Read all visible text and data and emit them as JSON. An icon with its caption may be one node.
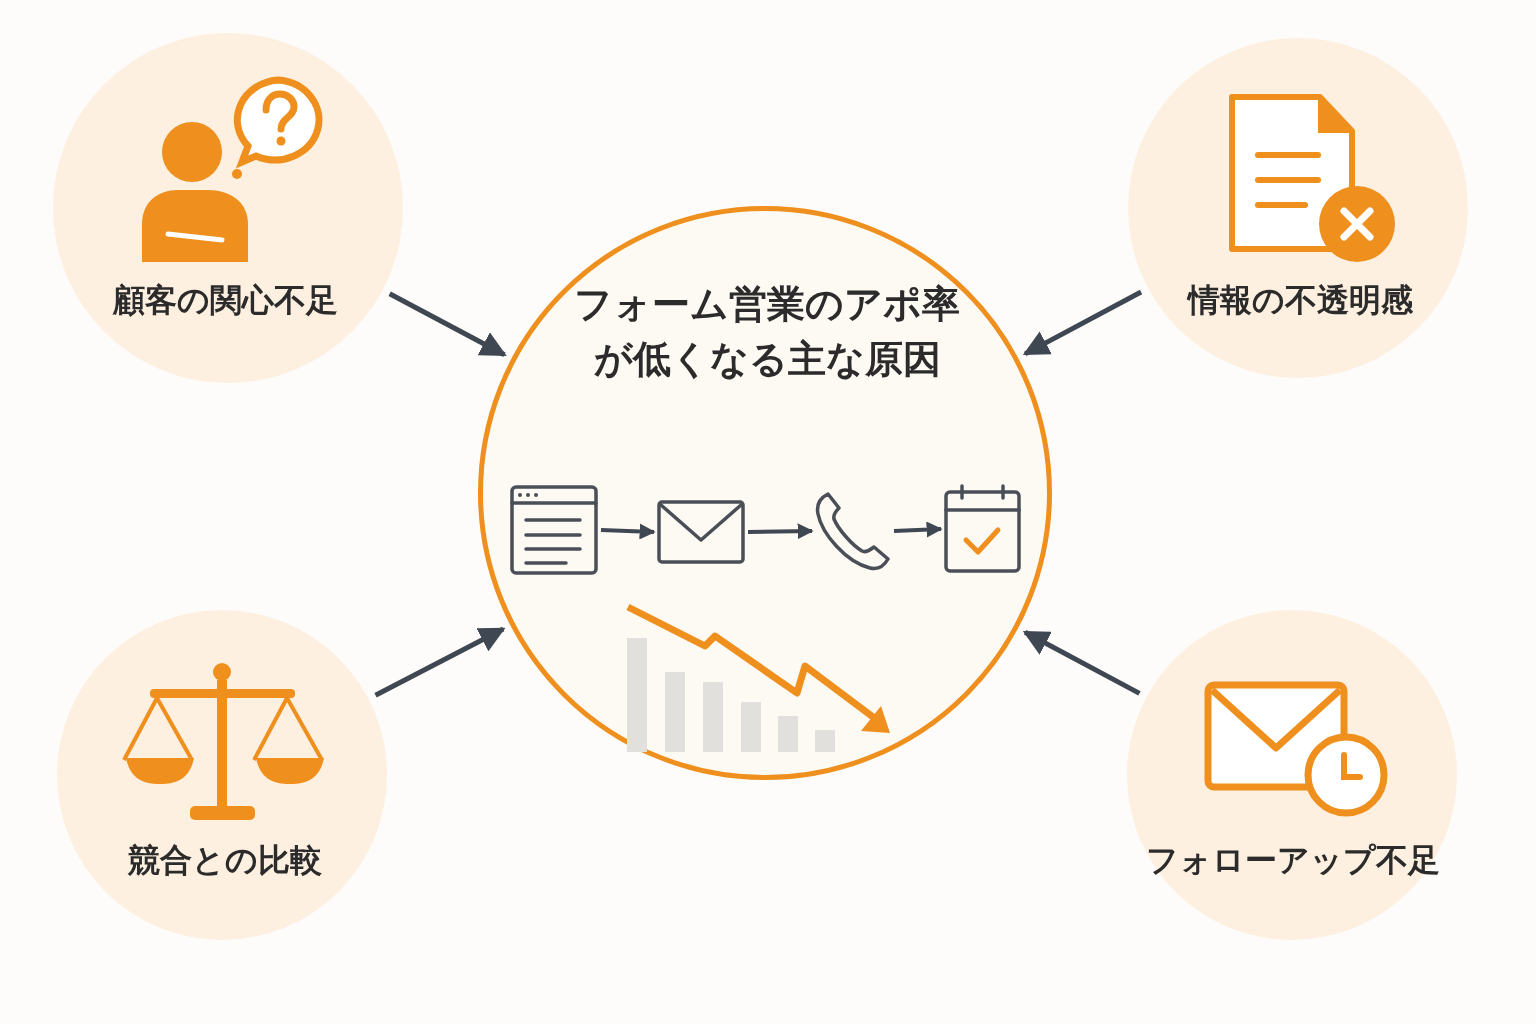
{
  "diagram": {
    "nodes": [
      {
        "text": [
          "顧客の関心不足"
        ]
      },
      {
        "text": [
          "情報の不透明感"
        ]
      },
      {
        "text": [
          "フォーム営業のアポ率が低くなる主な原因"
        ]
      },
      {
        "text": [],
        "shape": "picture",
        "in": 2
      },
      {
        "text": [],
        "shape": "picture",
        "in": 2
      },
      {
        "text": [],
        "shape": "picture",
        "in": 2
      },
      {
        "text": [],
        "shape": "picture",
        "in": 2
      },
      {
        "text": [
          "競合との比較"
        ]
      },
      {
        "text": [
          "フォローアップ不足"
        ]
      }
    ],
    "edges": [
      {
        "from": 0,
        "to": 2,
        "arrow": "to"
      },
      {
        "from": 1,
        "to": 2,
        "arrow": "to"
      },
      {
        "from": 7,
        "to": 2,
        "arrow": "to"
      },
      {
        "from": 8,
        "to": 2,
        "arrow": "to"
      },
      {
        "from": 3,
        "to": 4,
        "arrow": "to"
      },
      {
        "from": 4,
        "to": 5,
        "arrow": "to"
      },
      {
        "from": 5,
        "to": 6,
        "arrow": "to"
      }
    ]
  }
}
